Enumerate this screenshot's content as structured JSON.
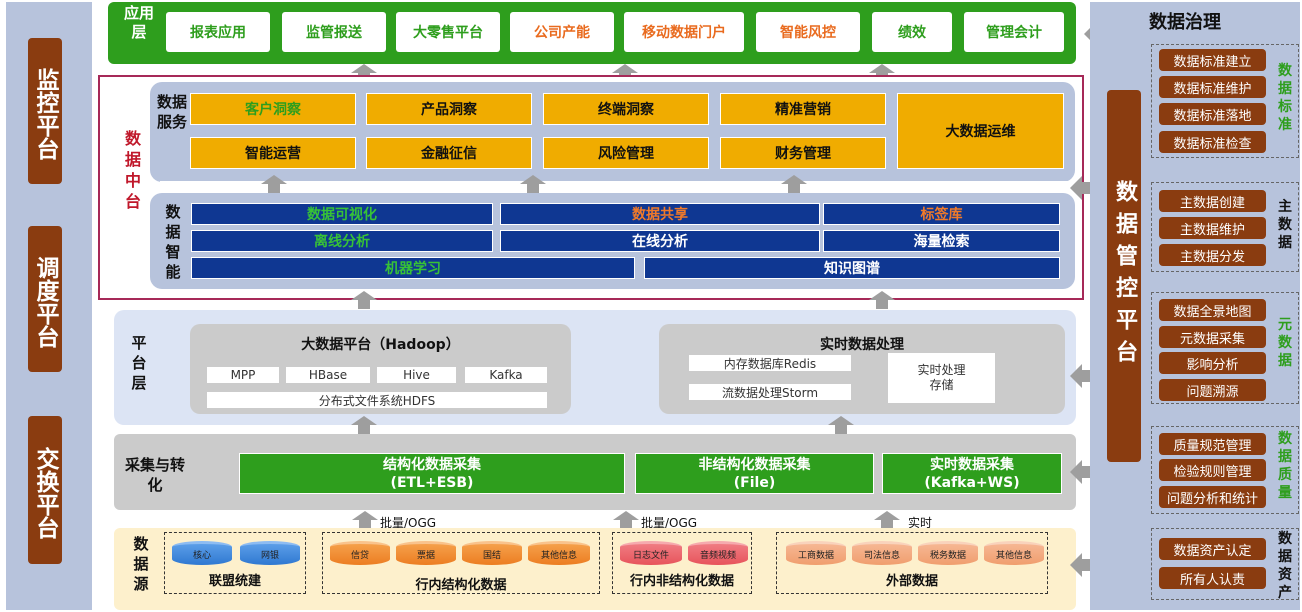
{
  "left_platforms": [
    "监控平台",
    "调度平台",
    "交换平台"
  ],
  "app_layer": {
    "label": "应用层",
    "items": [
      {
        "label": "报表应用"
      },
      {
        "label": "监管报送"
      },
      {
        "label": "大零售平台"
      },
      {
        "label": "公司产能"
      },
      {
        "label": "移动数据门户"
      },
      {
        "label": "智能风控"
      },
      {
        "label": "绩效"
      },
      {
        "label": "管理会计"
      }
    ]
  },
  "data_middle": {
    "label": "数据中台",
    "service": {
      "label": "数据服务",
      "row1": [
        "客户洞察",
        "产品洞察",
        "终端洞察",
        "精准营销"
      ],
      "row2": [
        "智能运营",
        "金融征信",
        "风险管理",
        "财务管理"
      ],
      "big": "大数据运维"
    },
    "intelligence": {
      "label": "数据智能",
      "row1": [
        "数据可视化",
        "数据共享",
        "标签库"
      ],
      "row2": [
        "离线分析",
        "在线分析",
        "海量检索"
      ],
      "row3": [
        "机器学习",
        "知识图谱"
      ]
    }
  },
  "platform_layer": {
    "label": "平台层",
    "hadoop": {
      "title": "大数据平台（Hadoop）",
      "chips": [
        "MPP",
        "HBase",
        "Hive",
        "Kafka"
      ],
      "hdfs": "分布式文件系统HDFS"
    },
    "realtime": {
      "title": "实时数据处理",
      "redis": "内存数据库Redis",
      "storm": "流数据处理Storm",
      "store_line1": "实时处理",
      "store_line2": "存储"
    }
  },
  "collection_layer": {
    "label": "采集与转化",
    "items": [
      {
        "title": "结构化数据采集",
        "sub": "(ETL+ESB)"
      },
      {
        "title": "非结构化数据采集",
        "sub": "(File)"
      },
      {
        "title": "实时数据采集",
        "sub": "(Kafka+WS)"
      }
    ],
    "flows": [
      "批量/OGG",
      "批量/OGG",
      "实时"
    ]
  },
  "source_layer": {
    "label": "数据源",
    "groups": [
      {
        "caption": "联盟统建",
        "items": [
          "核心",
          "网银"
        ]
      },
      {
        "caption": "行内结构化数据",
        "items": [
          "信贷",
          "票据",
          "国结",
          "其他信息"
        ]
      },
      {
        "caption": "行内非结构化数据",
        "items": [
          "日志文件",
          "音频视频"
        ]
      },
      {
        "caption": "外部数据",
        "items": [
          "工商数据",
          "司法信息",
          "税务数据",
          "其他信息"
        ]
      }
    ]
  },
  "governance": {
    "title": "数据治理",
    "platform": "数据管控平台",
    "groups": [
      {
        "caption": "数据标准",
        "items": [
          "数据标准建立",
          "数据标准维护",
          "数据标准落地",
          "数据标准检查"
        ]
      },
      {
        "caption": "主数据",
        "items": [
          "主数据创建",
          "主数据维护",
          "主数据分发"
        ]
      },
      {
        "caption": "元数据",
        "items": [
          "数据全景地图",
          "元数据采集",
          "影响分析",
          "问题溯源"
        ]
      },
      {
        "caption": "数据质量",
        "items": [
          "质量规范管理",
          "检验规则管理",
          "问题分析和统计"
        ]
      },
      {
        "caption": "数据资产",
        "items": [
          "数据资产认定",
          "所有人认责"
        ]
      }
    ]
  }
}
